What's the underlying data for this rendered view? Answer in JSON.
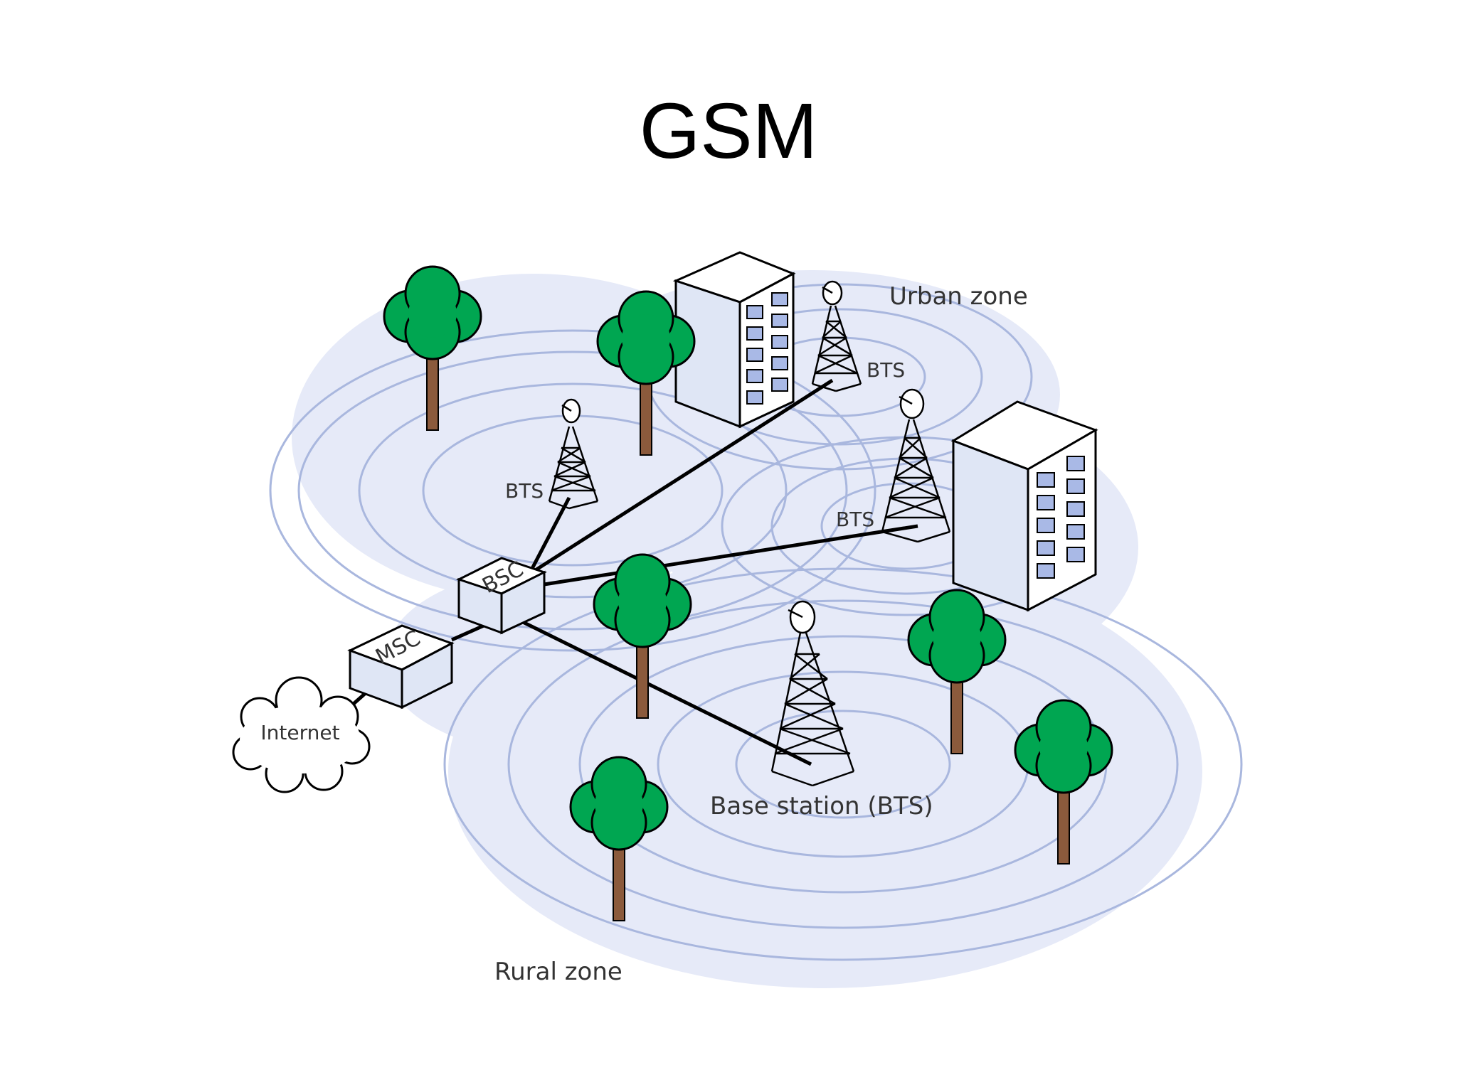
{
  "slide": {
    "title": "GSM"
  },
  "diagram": {
    "zone_labels": {
      "urban": "Urban zone",
      "rural": "Rural zone"
    },
    "nodes": {
      "bsc": "BSC",
      "msc": "MSC",
      "internet": "Internet",
      "bts_1": "BTS",
      "bts_2": "BTS",
      "bts_3": "BTS",
      "bts_main": "Base station (BTS)"
    },
    "colors": {
      "coverage_fill": "#e6eaf8",
      "coverage_rings": "#a9b7de",
      "building_face": "#dfe6f5",
      "window": "#a9b9e6",
      "tree_canopy": "#00a651",
      "tree_trunk": "#8b5a3c",
      "links": "#000000"
    }
  }
}
